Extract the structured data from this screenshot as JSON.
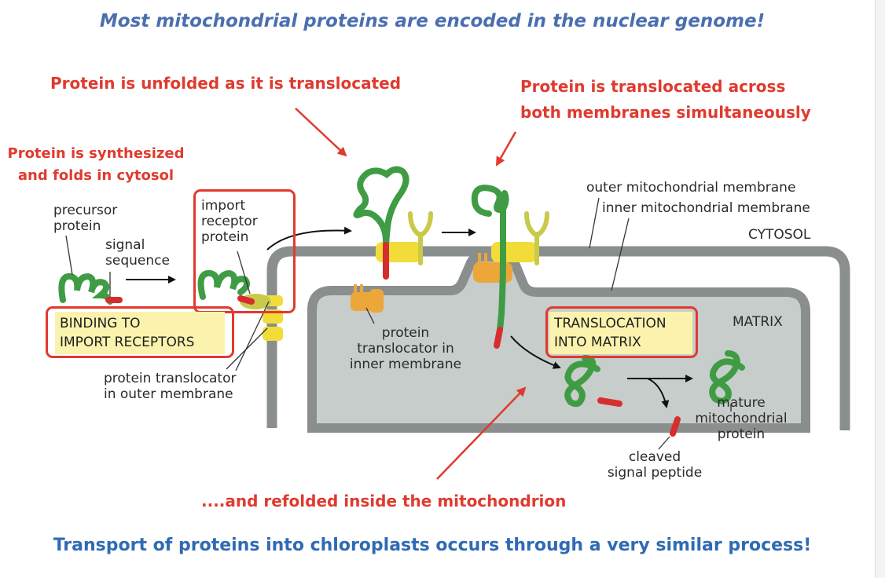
{
  "title_top": "Most mitochondrial proteins are encoded in the nuclear genome!",
  "title_bottom": "Transport of proteins into chloroplasts occurs through a very similar process!",
  "notes": {
    "unfolded": "Protein is unfolded as it is translocated",
    "both_membranes_line1": "Protein is translocated across",
    "both_membranes_line2": "both membranes simultaneously",
    "synth_line1": "Protein is synthesized",
    "synth_line2": "and folds in cytosol",
    "refolded": "....and refolded inside the mitochondrion"
  },
  "labels": {
    "precursor_line1": "precursor",
    "precursor_line2": "protein",
    "signal_line1": "signal",
    "signal_line2": "sequence",
    "import_line1": "import",
    "import_line2": "receptor",
    "import_line3": "protein",
    "outer_membrane": "outer mitochondrial membrane",
    "inner_membrane": "inner mitochondrial membrane",
    "cytosol": "CYTOSOL",
    "matrix": "MATRIX",
    "translocator_inner_line1": "protein",
    "translocator_inner_line2": "translocator in",
    "translocator_inner_line3": "inner membrane",
    "translocator_outer_line1": "protein translocator",
    "translocator_outer_line2": "in outer membrane",
    "mature_line1": "mature",
    "mature_line2": "mitochondrial",
    "mature_line3": "protein",
    "cleaved_line1": "cleaved",
    "cleaved_line2": "signal peptide"
  },
  "boxes": {
    "binding_line1": "BINDING TO",
    "binding_line2": "IMPORT RECEPTORS",
    "translocation_line1": "TRANSLOCATION",
    "translocation_line2": "INTO MATRIX"
  },
  "colors": {
    "protein": "#3f9c45",
    "signal": "#d62e2e",
    "receptor": "#c9c94a",
    "outer_translocator": "#f2dc3a",
    "inner_translocator": "#eda63a",
    "membrane": "#8a8e8c",
    "matrix": "#c7cdca",
    "annotation_red": "#e03a2f"
  }
}
